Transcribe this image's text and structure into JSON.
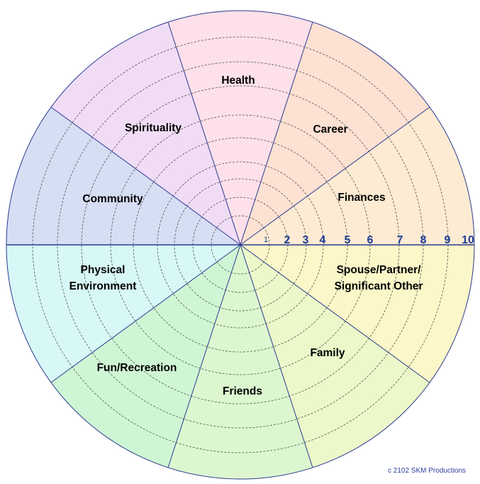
{
  "sectors": [
    {
      "label": [
        "Finances"
      ],
      "color": "#fdebd3"
    },
    {
      "label": [
        "Career"
      ],
      "color": "#fde1d2"
    },
    {
      "label": [
        "Health"
      ],
      "color": "#fde0ea"
    },
    {
      "label": [
        "Spirituality"
      ],
      "color": "#f1dcf6"
    },
    {
      "label": [
        "Community"
      ],
      "color": "#d6def4"
    },
    {
      "label": [
        "Physical",
        "Environment"
      ],
      "color": "#d7f8f6"
    },
    {
      "label": [
        "Fun/Recreation"
      ],
      "color": "#cff6d4"
    },
    {
      "label": [
        "Friends"
      ],
      "color": "#dcf7d0"
    },
    {
      "label": [
        "Family"
      ],
      "color": "#ecf8c9"
    },
    {
      "label": [
        "Spouse/Partner/",
        "Significant Other"
      ],
      "color": "#fbf7c8"
    }
  ],
  "scale": [
    "1",
    "2",
    "3",
    "4",
    "5",
    "6",
    "7",
    "8",
    "9",
    "10"
  ],
  "line_color": "#2b3a8f",
  "scale_color": "#1f3f9a",
  "copyright": "c 2102 SKM Productions"
}
